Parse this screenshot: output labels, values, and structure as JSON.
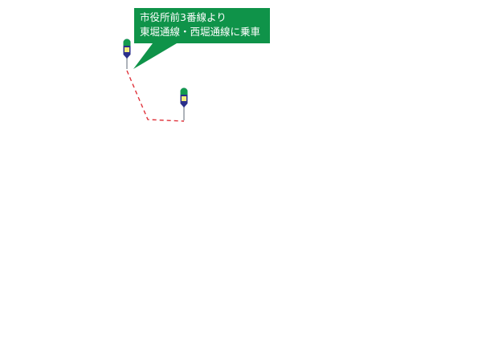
{
  "callout": {
    "line1": "市役所前3番線より",
    "line2": "東堀通線・西堀通線に乗車",
    "background_color": "#0f9349"
  },
  "route": {
    "line_color": "#e0323a",
    "line_style": "dashed"
  },
  "stops": [
    {
      "name": "bus-stop-pole-start",
      "icon": "bus-stop-pole-icon",
      "head_color": "#139a4e",
      "sign_color": "#f3ec7a",
      "base_color": "#2b2f8a"
    },
    {
      "name": "bus-stop-pole-end",
      "icon": "bus-stop-pole-icon",
      "head_color": "#139a4e",
      "sign_color": "#f3ec7a",
      "base_color": "#2b2f8a"
    }
  ]
}
